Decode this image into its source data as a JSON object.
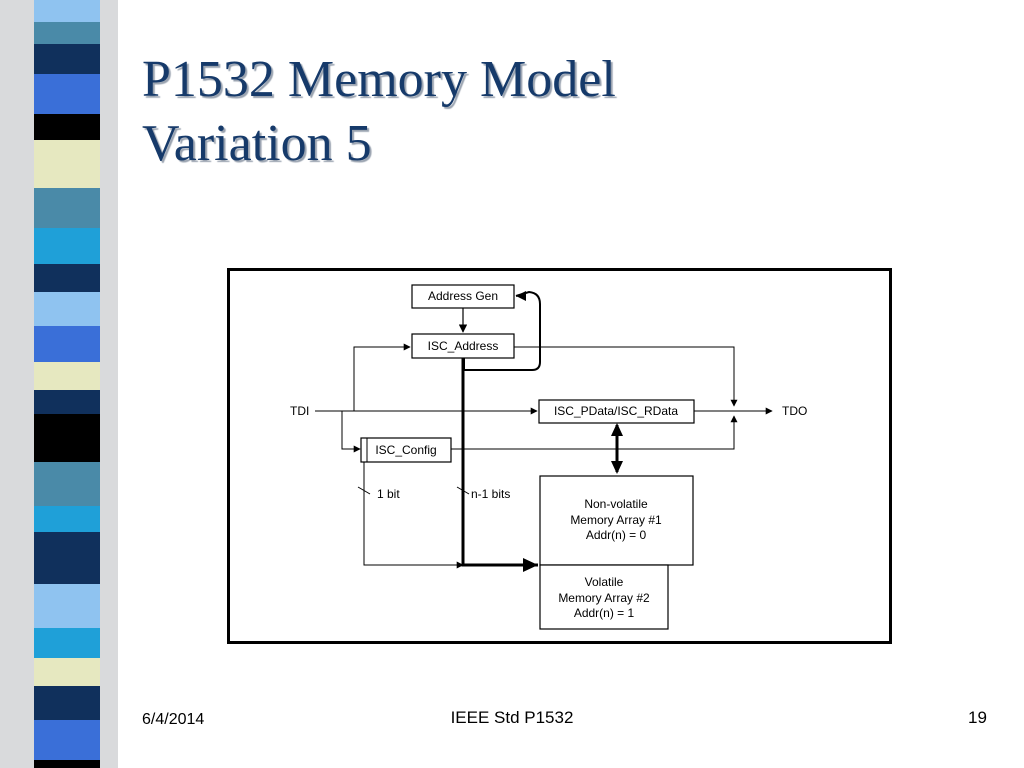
{
  "slide": {
    "title_line1": "P1532 Memory Model",
    "title_line2": "Variation 5"
  },
  "diagram": {
    "address_gen": "Address Gen",
    "isc_address": "ISC_Address",
    "tdi": "TDI",
    "tdo": "TDO",
    "isc_pdata": "ISC_PData/ISC_RData",
    "isc_config": "ISC_Config",
    "one_bit": "1 bit",
    "n_minus_1_bits": "n-1 bits",
    "nonvolatile_line1": "Non-volatile",
    "nonvolatile_line2": "Memory Array #1",
    "nonvolatile_line3": "Addr(n) = 0",
    "volatile_line1": "Volatile",
    "volatile_line2": "Memory Array #2",
    "volatile_line3": "Addr(n) = 1"
  },
  "footer": {
    "date": "6/4/2014",
    "center": "IEEE Std P1532",
    "page": "19"
  },
  "colors": {
    "title": "#163a6a",
    "strip_navy": "#10305c",
    "strip_blue": "#3a6fd8",
    "strip_cyan": "#1fa0d8",
    "strip_teal": "#4a8aa8",
    "strip_cream": "#e6e8c0",
    "strip_light": "#8fc3f0",
    "strip_black": "#000000"
  }
}
